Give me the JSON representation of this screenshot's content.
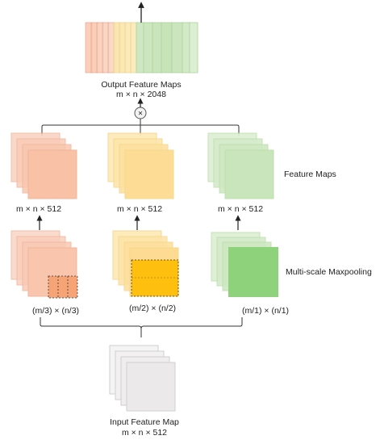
{
  "output": {
    "title": "Output Feature Maps",
    "dims": "m × n × 2048"
  },
  "concat_symbol": "×",
  "feature_maps_label": "Feature Maps",
  "maxpool_label": "Multi-scale Maxpooling",
  "branches": [
    {
      "id": "left",
      "dims": "m × n × 512",
      "pool_label": "(m/3) × (n/3)",
      "color": "#f6a57f"
    },
    {
      "id": "center",
      "dims": "m × n × 512",
      "pool_label": "(m/2) × (n/2)",
      "color": "#fcd36b"
    },
    {
      "id": "right",
      "dims": "m × n × 512",
      "pool_label": "(m/1) × (n/1)",
      "color": "#9fd58b"
    }
  ],
  "input": {
    "title": "Input Feature Map",
    "dims": "m × n × 512"
  },
  "colors": {
    "orange": "#f6a57f",
    "yellow": "#fcd36b",
    "green": "#9fd58b",
    "gray": "#d9d9d9",
    "line": "#333333"
  }
}
